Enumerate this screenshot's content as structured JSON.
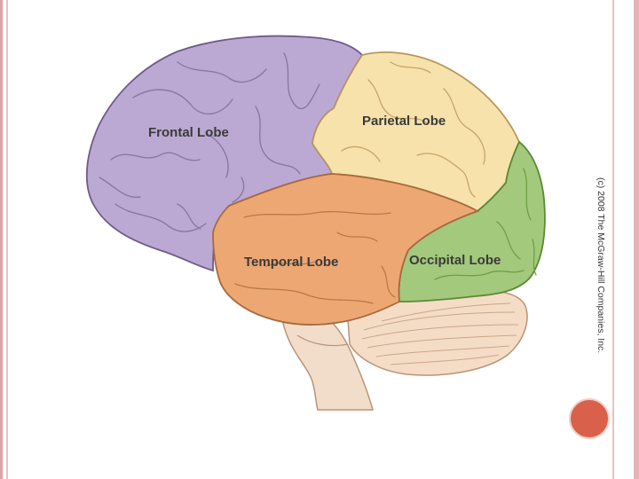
{
  "labels": {
    "frontal": "Frontal Lobe",
    "parietal": "Parietal Lobe",
    "temporal": "Temporal Lobe",
    "occipital": "Occipital Lobe"
  },
  "copyright": "(c) 2008 The McGraw-Hill Companies, Inc.",
  "colors": {
    "frontal": "#bca9d3",
    "parietal": "#f7e2ab",
    "temporal": "#eda773",
    "occipital": "#a3c97c",
    "cerebellum": "#f5dcc7",
    "brainstem": "#f2ddcb",
    "accent": "#d9604a",
    "border": "#e3b4b4"
  }
}
